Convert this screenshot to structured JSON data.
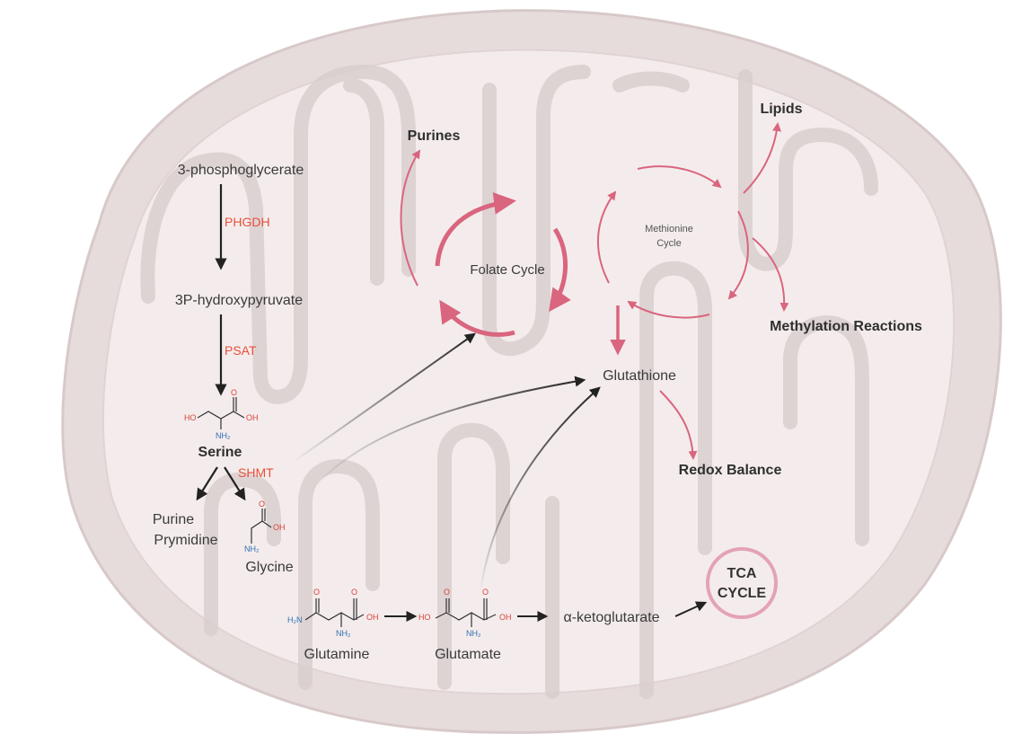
{
  "colors": {
    "membrane_outer": "#e7dcdc",
    "membrane_outer_stroke": "#d8c9c9",
    "matrix_fill": "#f4ecec",
    "crista": "#d9cfcf",
    "enzyme_red": "#e8503a",
    "cycle_pink": "#d9657e",
    "arrow_black": "#222222",
    "atom_red": "#d9433a",
    "atom_blue": "#2f6fb5",
    "tca_ring": "#e3a3b4"
  },
  "pathway": {
    "pg": "3-phosphoglycerate",
    "phgdh": "PHGDH",
    "hp": "3P-hydroxypyruvate",
    "psat": "PSAT",
    "serine": "Serine",
    "shmt": "SHMT",
    "purine": "Purine",
    "prymidine": "Prymidine",
    "glycine": "Glycine"
  },
  "folate": {
    "label": "Folate Cycle",
    "purines": "Purines"
  },
  "methionine": {
    "line1": "Methionine",
    "line2": "Cycle",
    "lipids": "Lipids",
    "methylation": "Methylation Reactions"
  },
  "glutathione": {
    "label": "Glutathione",
    "redox": "Redox Balance"
  },
  "glutamine_path": {
    "glutamine": "Glutamine",
    "glutamate": "Glutamate",
    "akg": "α-ketoglutarate"
  },
  "tca": {
    "line1": "TCA",
    "line2": "CYCLE"
  },
  "atoms": {
    "ho": "HO",
    "oh": "OH",
    "o": "O",
    "nh2": "NH₂",
    "h2n": "H₂N"
  }
}
